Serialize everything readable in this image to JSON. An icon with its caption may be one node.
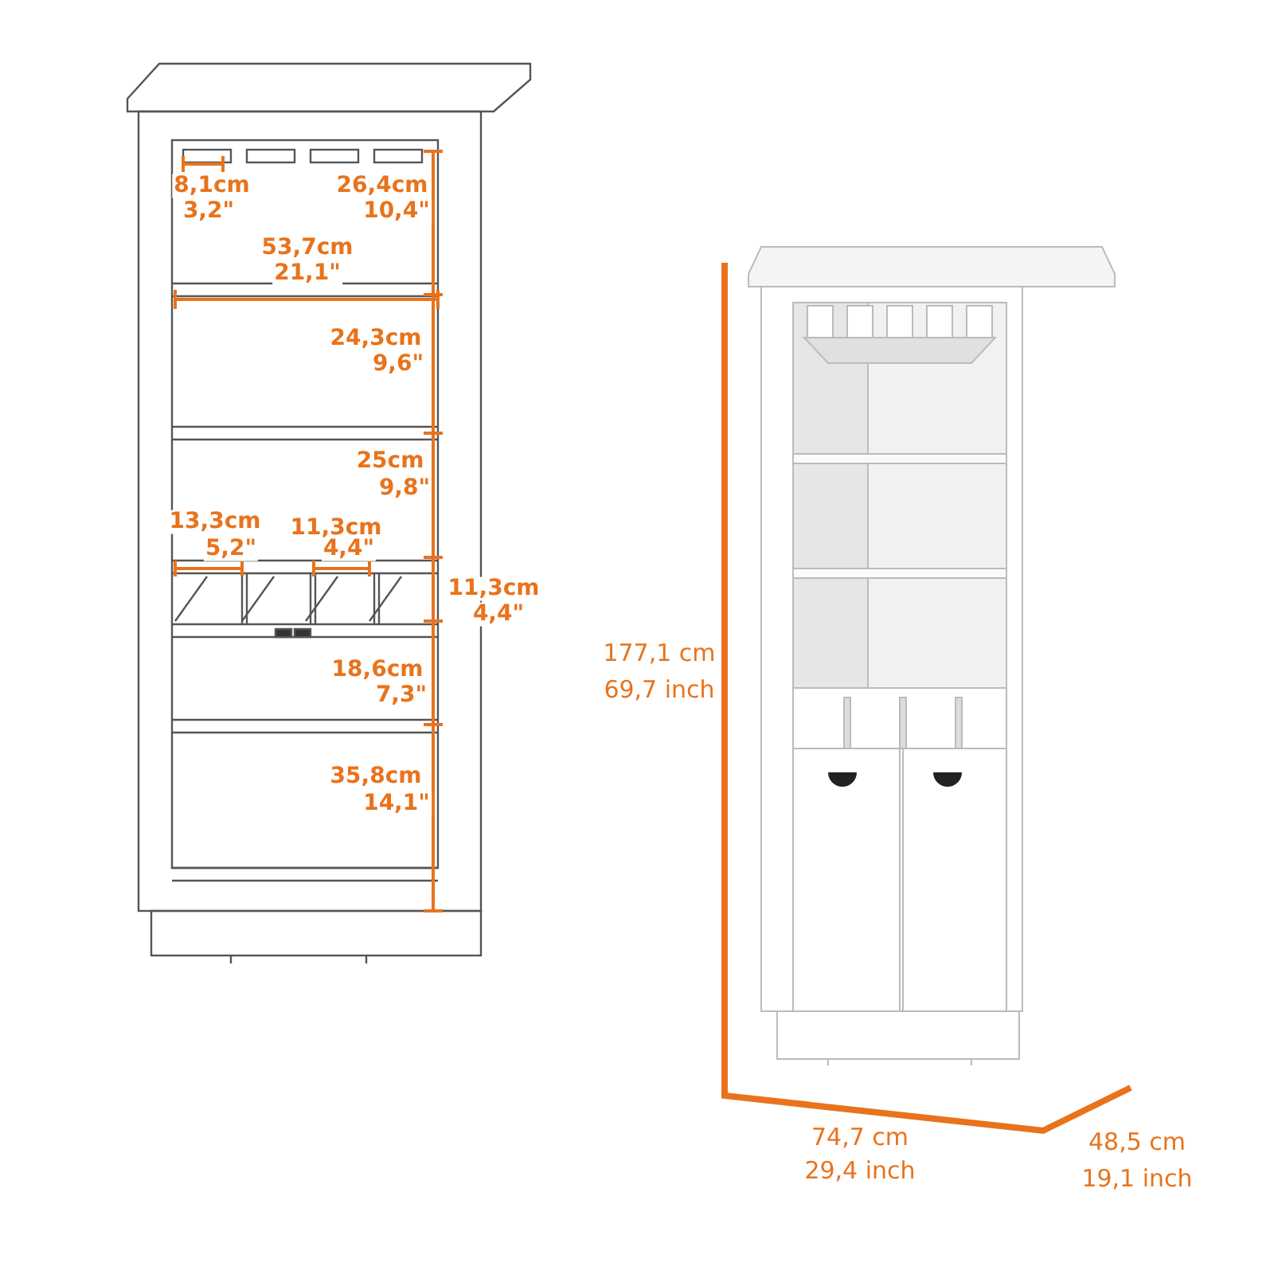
{
  "diagram": {
    "labels": [
      "8,1cm",
      "3,2\"",
      "26,4cm",
      "10,4\"",
      "53,7cm",
      "21,1\"",
      "24,3cm",
      "9,6\"",
      "25cm",
      "9,8\"",
      "13,3cm",
      "5,2\"",
      "11,3cm",
      "4,4\"",
      "11,3cm",
      "4,4\"",
      "177,1 cm",
      "69,7 inch",
      "18,6cm",
      "7,3\"",
      "35,8cm",
      "14,1\"",
      "74,7 cm",
      "29,4 inch",
      "48,5 cm",
      "19,1 inch"
    ]
  }
}
